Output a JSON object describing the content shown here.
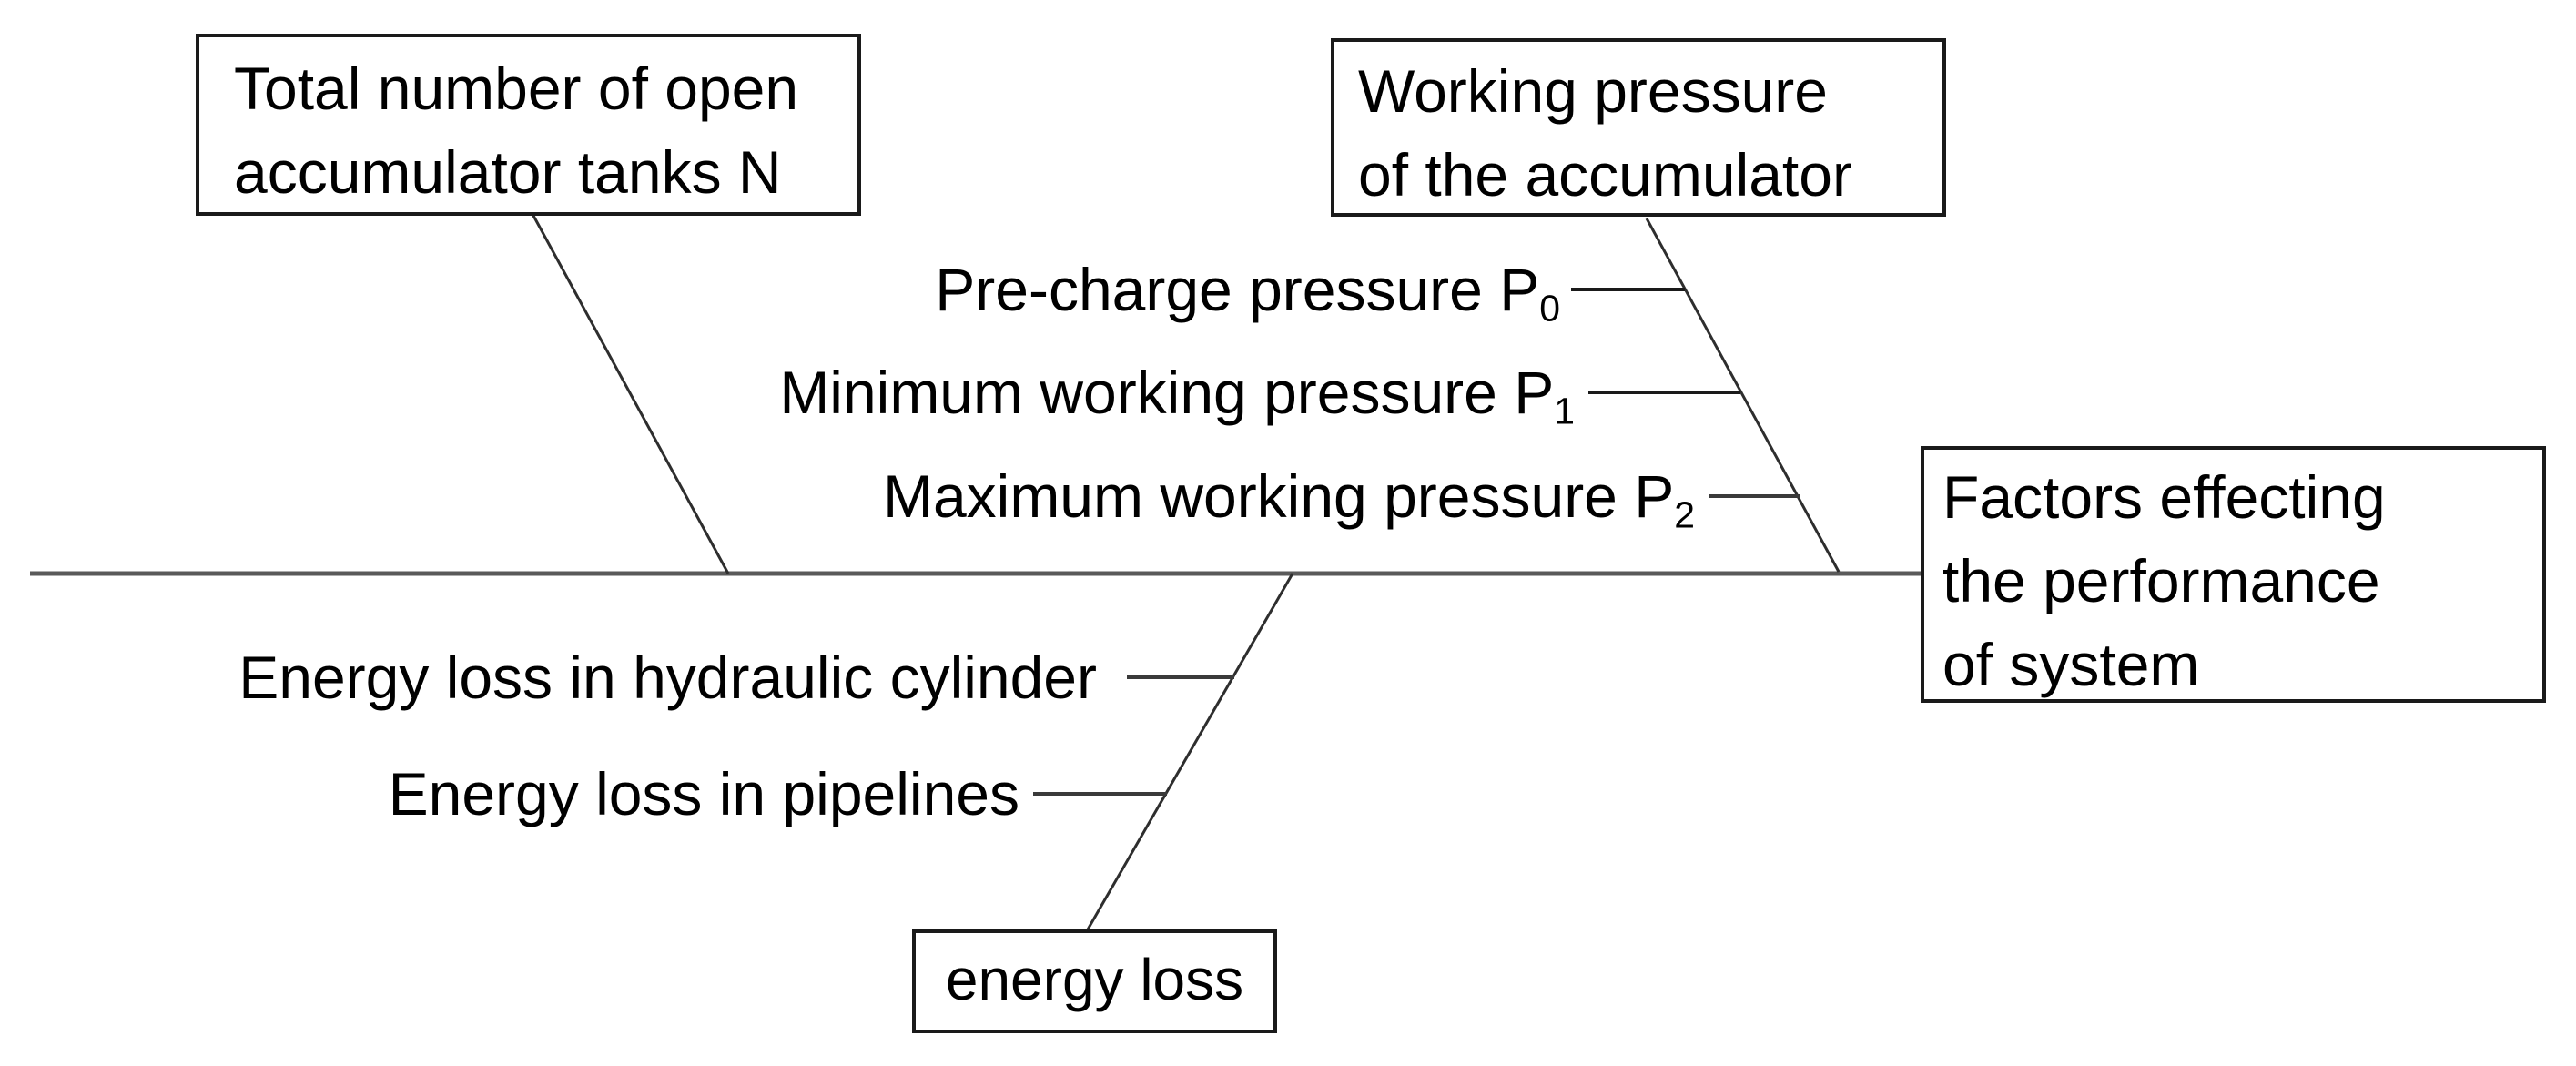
{
  "diagram": {
    "type": "fishbone-cause-effect",
    "effect_box": {
      "line1": "Factors effecting",
      "line2": "the performance",
      "line3": "of system"
    },
    "cause_tanks": {
      "line1": "Total number of open",
      "line2": "accumulator tanks N"
    },
    "cause_pressure": {
      "line1": "Working pressure",
      "line2": "of the accumulator",
      "factors": [
        {
          "text": "Pre-charge pressure P",
          "sub": "0"
        },
        {
          "text": "Minimum working pressure P",
          "sub": "1"
        },
        {
          "text": "Maximum working pressure P",
          "sub": "2"
        }
      ]
    },
    "cause_energy": {
      "label": "energy loss",
      "factors": [
        {
          "text": "Energy loss in hydraulic cylinder"
        },
        {
          "text": "Energy loss in pipelines"
        }
      ]
    },
    "colors": {
      "background": "#ffffff",
      "text": "#000000",
      "box_border": "#1a1a1a",
      "spine": "#5a5a5a",
      "branch": "#2e2e2e",
      "tick": "#3a3a3a"
    }
  }
}
